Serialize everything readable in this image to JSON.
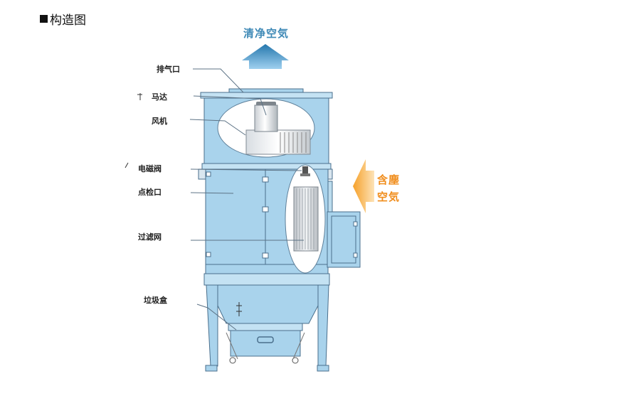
{
  "page_title": "构造图",
  "flow_labels": {
    "clean_air": "清净空気",
    "dusty_air_line1": "含塵",
    "dusty_air_line2": "空気"
  },
  "parts": {
    "exhaust_port": "排气口",
    "motor": "马达",
    "fan": "风机",
    "solenoid_valve": "电磁阀",
    "inspection_port": "点检口",
    "filter": "过滤网",
    "dust_box": "垃圾盒"
  },
  "colors": {
    "body": "#a9d3ec",
    "body_dark": "#7fb2d3",
    "outline": "#4a6f8c",
    "clean_arrow": "#2a83b8",
    "dusty_arrow": "#f39a21"
  }
}
